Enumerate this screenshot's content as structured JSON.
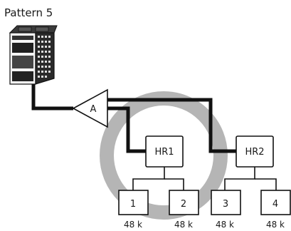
{
  "title": "Pattern 5",
  "distributor": {
    "label": "A"
  },
  "hr_units": [
    {
      "label": "HR1"
    },
    {
      "label": "HR2"
    }
  ],
  "indoor_units": [
    {
      "label": "1",
      "capacity": "48 k"
    },
    {
      "label": "2",
      "capacity": "48 k"
    },
    {
      "label": "3",
      "capacity": "48 k"
    },
    {
      "label": "4",
      "capacity": "48 k"
    }
  ],
  "colors": {
    "pipe": "#111111",
    "highlight_ring": "#b5b5b5",
    "outdoor_unit": "#2a2a2a"
  }
}
